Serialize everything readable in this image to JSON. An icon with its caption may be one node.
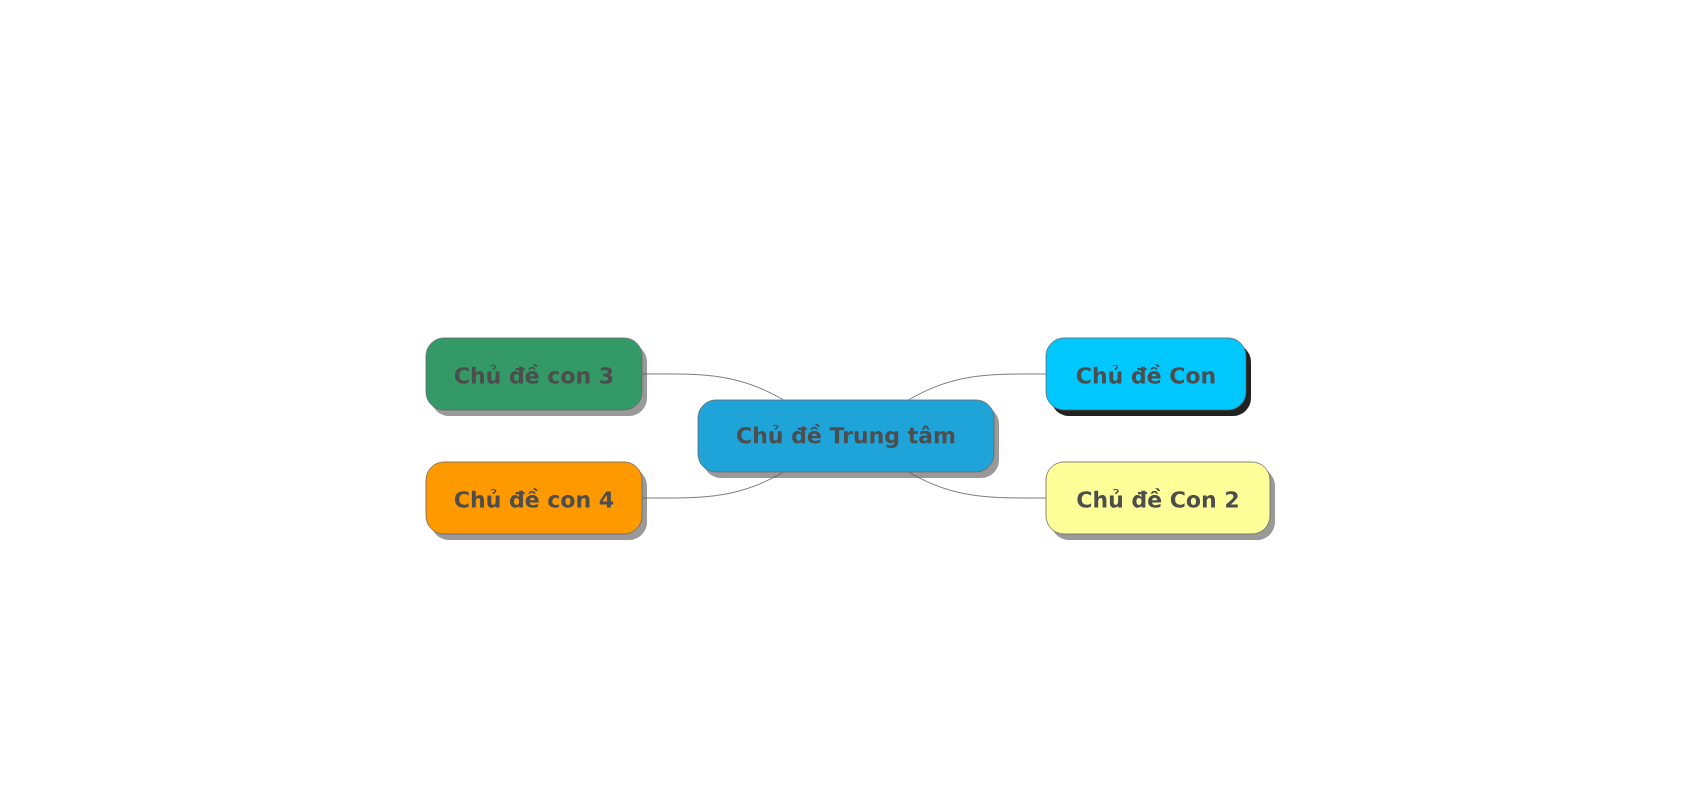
{
  "diagram": {
    "nodes": [
      {
        "text": [
          "Chủ đề Trung tâm"
        ]
      },
      {
        "text": [
          "Chủ đề Con"
        ]
      },
      {
        "text": [
          "Chủ đề Con 2"
        ]
      },
      {
        "text": [
          "Chủ đề con 3"
        ]
      },
      {
        "text": [
          "Chủ đề con 4"
        ]
      }
    ],
    "edges": [
      {
        "from": 0,
        "to": 1,
        "arrow": "none"
      },
      {
        "from": 0,
        "to": 2,
        "arrow": "none"
      },
      {
        "from": 0,
        "to": 3,
        "arrow": "none"
      },
      {
        "from": 0,
        "to": 4,
        "arrow": "none"
      }
    ]
  }
}
